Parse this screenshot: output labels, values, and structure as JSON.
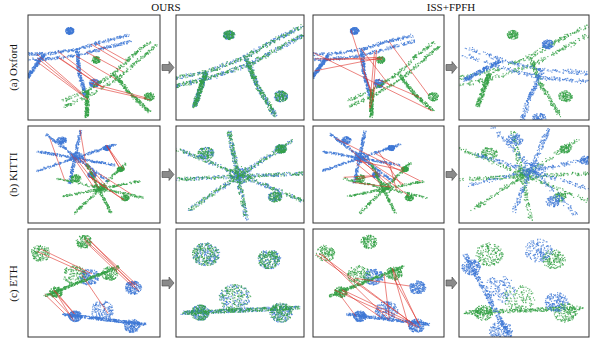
{
  "diagram": {
    "labels": [
      "OURS",
      "ISS+FPFH",
      "(a) Oxford",
      "(b) KITTI",
      "(c) ETH"
    ]
  }
}
